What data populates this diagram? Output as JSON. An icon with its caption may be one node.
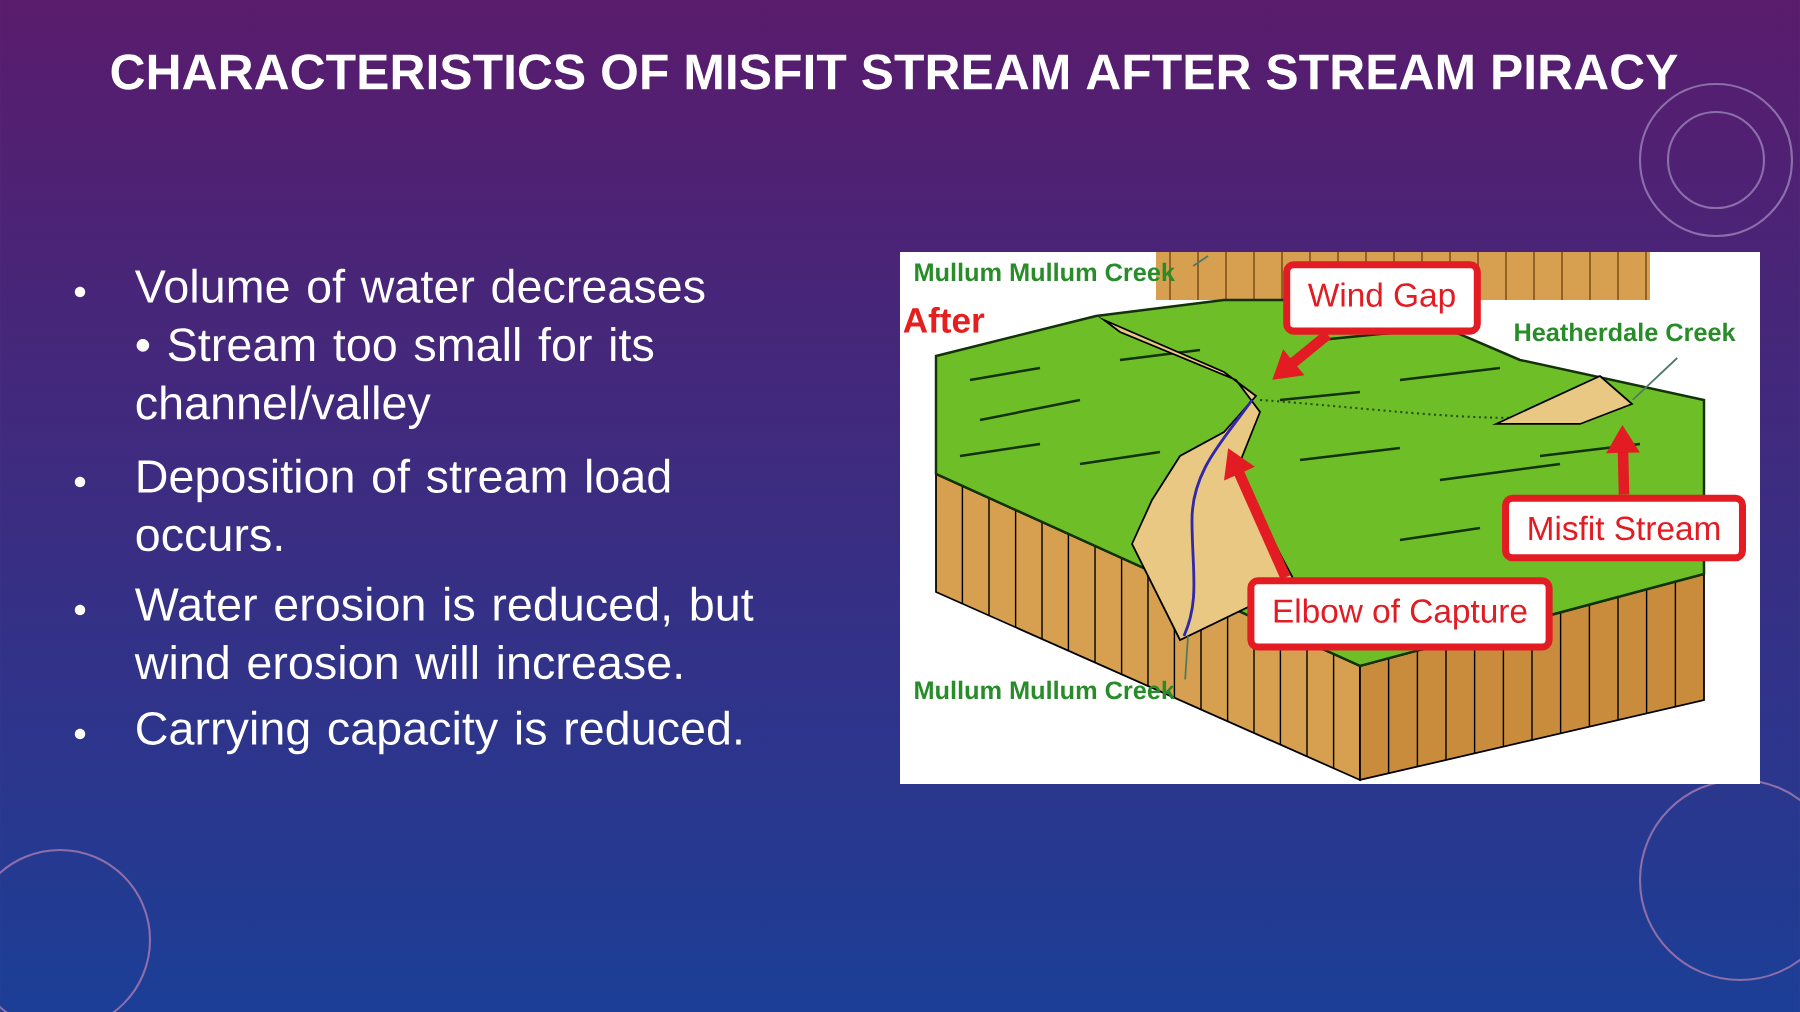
{
  "diagram": {
    "title": "CHARACTERISTICS OF MISFIT STREAM AFTER STREAM PIRACY",
    "nodes": [
      {
        "text": [
          "Wind Gap"
        ]
      },
      {
        "text": [
          "Misfit Stream"
        ]
      },
      {
        "text": [
          "Elbow of Capture"
        ]
      },
      {
        "text": [
          "Mullum Mullum Creek"
        ]
      },
      {
        "text": [
          "Heatherdale Creek"
        ]
      },
      {
        "text": [
          "Mullum Mullum Creek"
        ]
      },
      {
        "text": [],
        "shape": "picture"
      }
    ],
    "edges": [
      {
        "from": 0,
        "to": null,
        "arrow": "to",
        "style": "thick",
        "color": "#e31b23"
      },
      {
        "from": 1,
        "to": 6,
        "arrow": "to",
        "style": "thick",
        "color": "#e31b23"
      },
      {
        "from": 2,
        "to": null,
        "arrow": "to",
        "style": "thick",
        "color": "#e31b23"
      },
      {
        "from": 3,
        "to": null,
        "arrow": "none",
        "color": "#4d7a66"
      },
      {
        "from": 4,
        "to": 6,
        "arrow": "none",
        "color": "#4d7a66"
      },
      {
        "from": 5,
        "to": null,
        "arrow": "none",
        "color": "#4d7a66"
      }
    ],
    "labels": [
      "Volume of water decreases • Stream too small for its channel/valley",
      "Deposition of stream load occurs.",
      "Water erosion is reduced, but wind erosion will increase.",
      "Carrying capacity is reduced.",
      "After"
    ]
  }
}
